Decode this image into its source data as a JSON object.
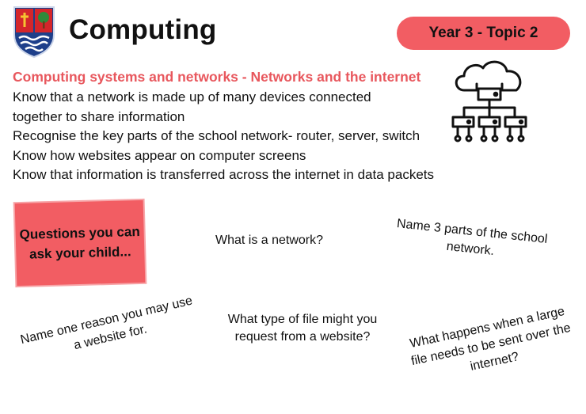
{
  "header": {
    "title": "Computing",
    "badge": "Year 3 - Topic 2"
  },
  "topic": {
    "subtitle": "Computing systems and networks - Networks and the internet",
    "objectives": [
      "Know that a network is made up of many devices connected",
      "together to share information",
      "Recognise the key parts of the school network- router, server, switch",
      "Know how websites appear on computer screens",
      "Know that information is transferred across the internet in data packets"
    ]
  },
  "questions": {
    "heading": "Questions you can ask your child...",
    "items": [
      "What is a network?",
      "Name 3 parts of the school network.",
      "Name one reason you may use a website for.",
      "What type of file might you request from a website?",
      "What happens when a large file needs to be sent over the internet?"
    ]
  },
  "colors": {
    "accent": "#f25d63",
    "subtitle": "#e8575d"
  },
  "icons": {
    "crest": "school-crest",
    "network": "cloud-network-icon"
  }
}
